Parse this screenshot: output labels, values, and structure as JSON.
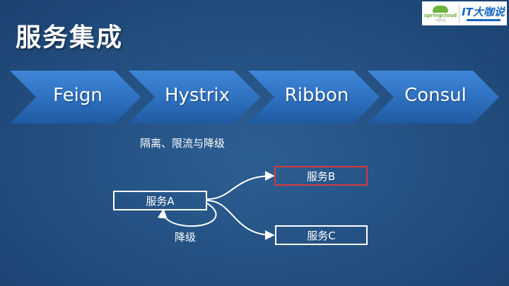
{
  "slide": {
    "title": "服务集成"
  },
  "logos": {
    "spring_text": "springcloud",
    "spring_sub": "中国社区",
    "it_text": "IT大咖说"
  },
  "process": {
    "steps": [
      "Feign",
      "Hystrix",
      "Ribbon",
      "Consul"
    ]
  },
  "note": "隔离、限流与降级",
  "diagram": {
    "service_a": "服务A",
    "service_b": "服务B",
    "service_c": "服务C",
    "fallback": "降级"
  },
  "colors": {
    "background": "#234f80",
    "chevron": "#2f72c2",
    "highlight_border": "#d83a3a"
  }
}
